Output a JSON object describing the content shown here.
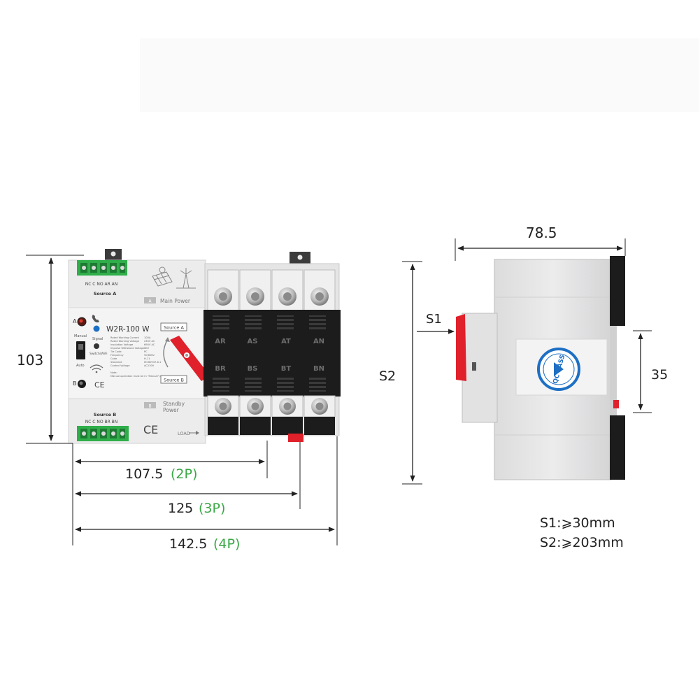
{
  "colors": {
    "accent_green": "#3aa845",
    "terminal_green": "#2fae4a",
    "handle_red": "#e0202a",
    "body_gray": "#e9e9ea",
    "cover_black": "#1c1c1c",
    "seal_blue": "#1d6fc4"
  },
  "front": {
    "dim_height": "103",
    "dim_2p_value": "107.5",
    "dim_2p_suffix": "(2P)",
    "dim_3p_value": "125",
    "dim_3p_suffix": "(3P)",
    "dim_4p_value": "142.5",
    "dim_4p_suffix": "(4P)",
    "model": "W2R-100 W",
    "source_a_label": "Source A",
    "source_b_label": "Source B",
    "source_a_tag": "Source A",
    "source_b_tag": "Source B",
    "main_power_tag": "A",
    "main_power": "Main Power",
    "standby_tag": "B",
    "standby_power_1": "Standby",
    "standby_power_2": "Power",
    "load": "LOAD",
    "indicator_a": "A",
    "indicator_b": "B",
    "manual": "Manual",
    "auto": "Auto",
    "signal": "Signal",
    "switch_wifi": "Switch/WiFi",
    "ce_mark": "CE",
    "terminal_top_labels": "NC C NO AR AN",
    "terminal_bottom_labels": "NC C NO BR BN",
    "phases_top": [
      "AR",
      "AS",
      "AT",
      "AN"
    ],
    "phases_bottom": [
      "BR",
      "BS",
      "BT",
      "BN"
    ],
    "spec_lines": [
      "Rated Working Current",
      "Rated Working Voltage",
      "Insulation Voltage",
      "Impulse Withstand Voltage",
      "Tie Code",
      "Frequency",
      "Code",
      "Standard",
      "Control Voltage"
    ],
    "spec_values": [
      "100A",
      "230V AC",
      "690V AC",
      "6KV",
      "PC",
      "50/60Hz",
      "H-11",
      "IEC60947-6-1",
      "AC230V"
    ],
    "note_1": "Note:",
    "note_2": "Manual operation must be in \"Manual\" position"
  },
  "side": {
    "dim_width": "78.5",
    "dim_s1": "S1",
    "dim_s2": "S2",
    "dim_35": "35",
    "seal_text": "QC PASS",
    "note_s1": "S1:⩾30mm",
    "note_s2": "S2:⩾203mm"
  }
}
